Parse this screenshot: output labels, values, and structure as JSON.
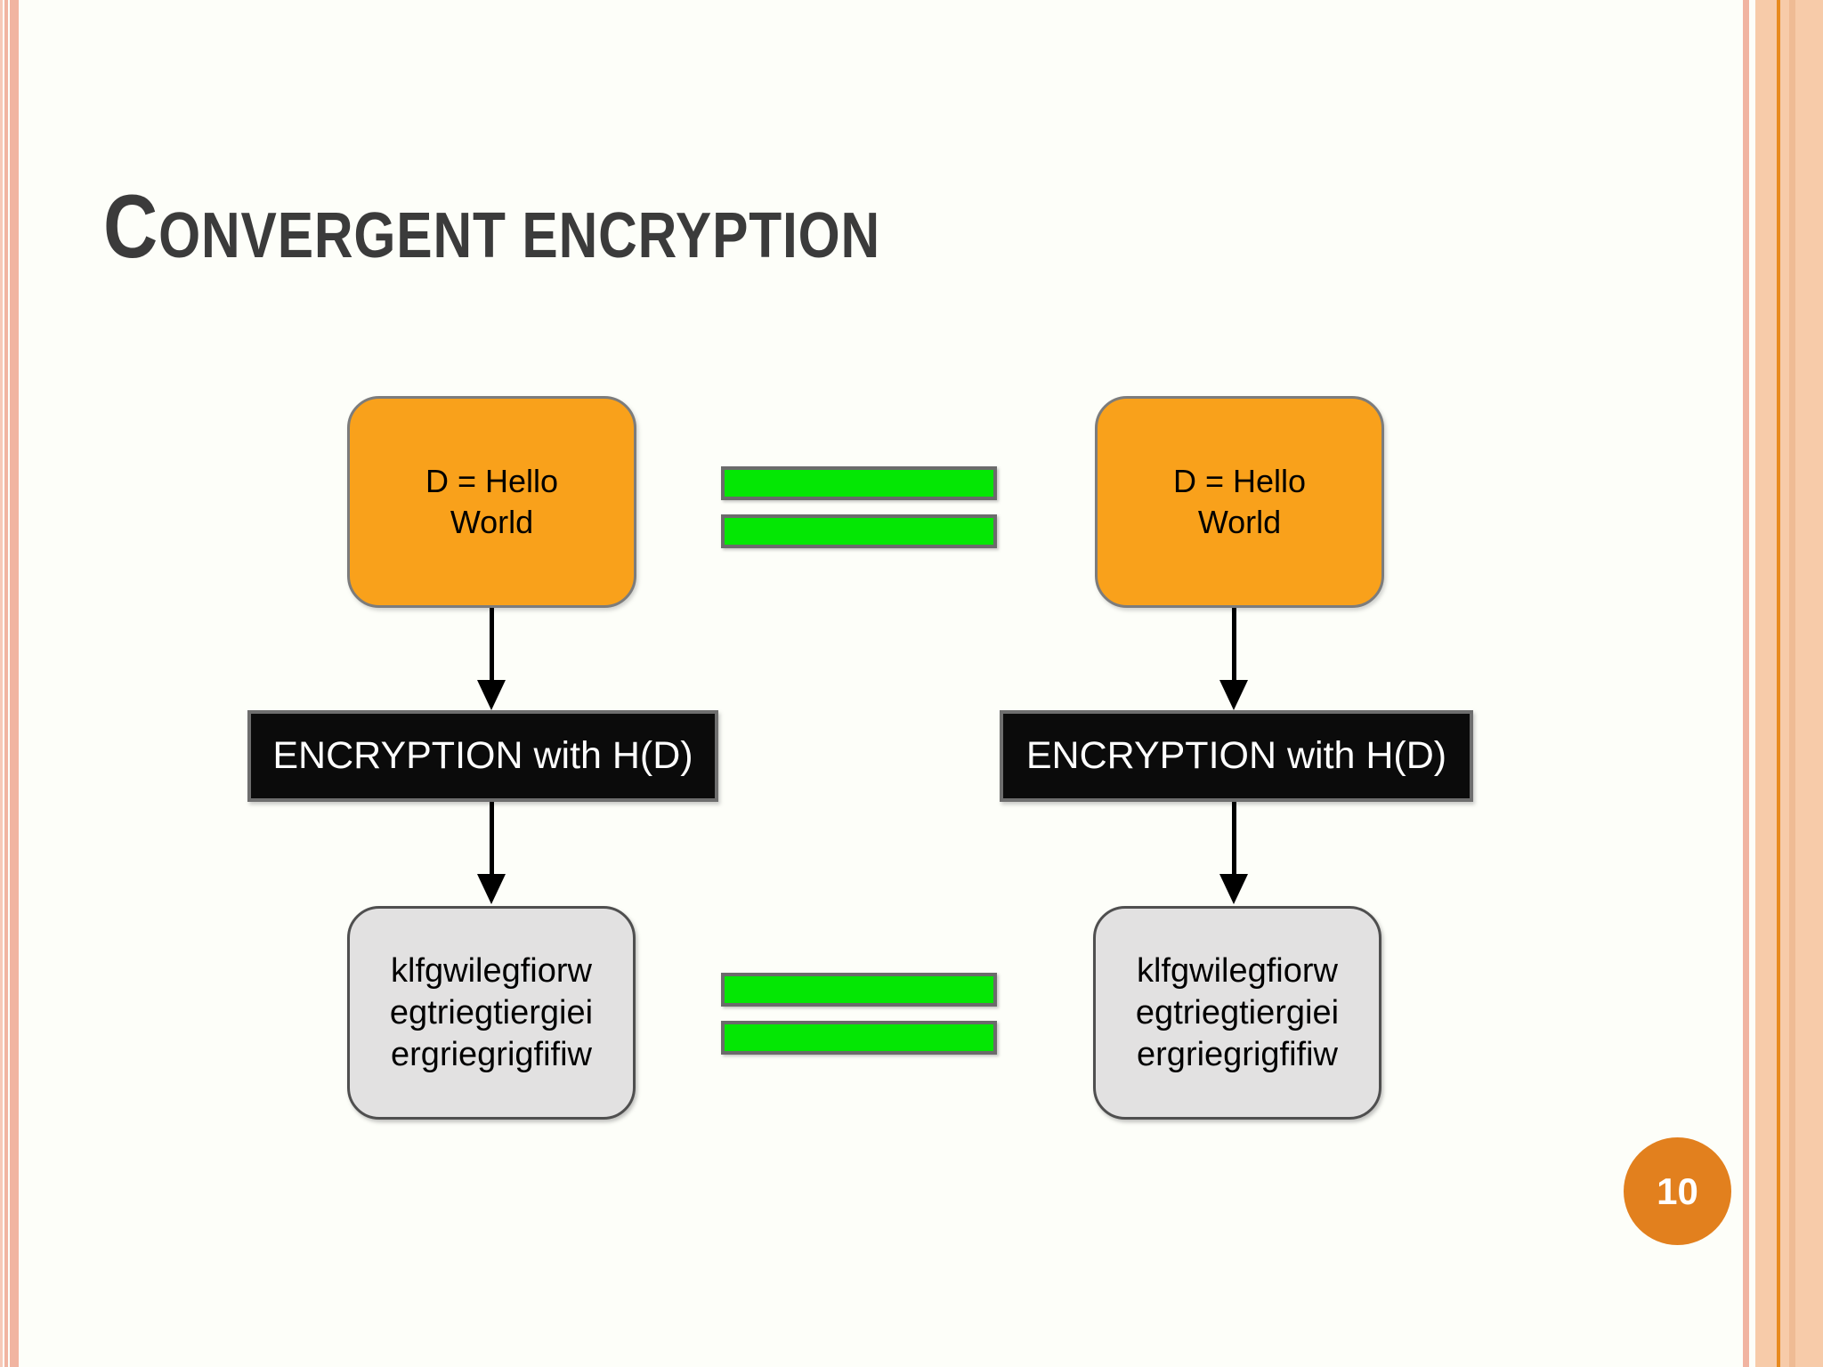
{
  "slide": {
    "title": {
      "first_letter": "C",
      "rest": "ONVERGENT ENCRYPTION"
    },
    "page_number": "10"
  },
  "diagram": {
    "columns": [
      {
        "side": "left",
        "plaintext_lines": [
          "D = Hello",
          "World"
        ],
        "process_label": "ENCRYPTION with H(D)",
        "ciphertext_lines": [
          "klfgwilegfiorw",
          "egtriegtiergiei",
          "ergriegrigfifiw"
        ]
      },
      {
        "side": "right",
        "plaintext_lines": [
          "D = Hello",
          "World"
        ],
        "process_label": "ENCRYPTION with H(D)",
        "ciphertext_lines": [
          "klfgwilegfiorw",
          "egtriegtiergiei",
          "ergriegrigfifiw"
        ]
      }
    ]
  },
  "colors": {
    "plaintext_box_fill": "#f9a11b",
    "process_box_fill": "#0b0b0b",
    "ciphertext_box_fill": "#e2e1e1",
    "equals_bar_fill": "#04e704",
    "page_badge_fill": "#e2801e",
    "edge_stripe_salmon": "#f1b4a1",
    "edge_band_peach": "#f7cba9",
    "title_text": "#3b3b3b"
  }
}
